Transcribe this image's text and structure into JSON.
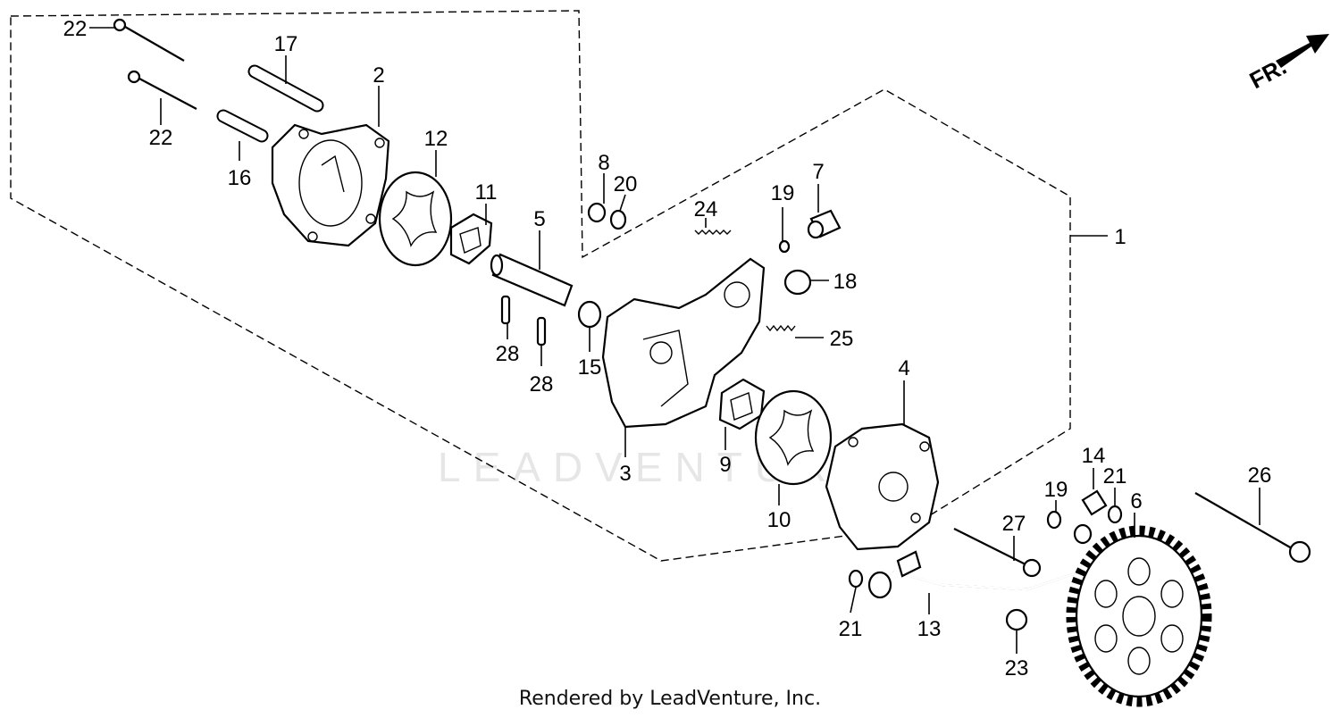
{
  "diagram": {
    "callouts": [
      "1",
      "2",
      "3",
      "4",
      "5",
      "6",
      "7",
      "8",
      "9",
      "10",
      "11",
      "12",
      "13",
      "14",
      "15",
      "16",
      "17",
      "18",
      "19",
      "19",
      "20",
      "21",
      "21",
      "22",
      "22",
      "23",
      "24",
      "25",
      "26",
      "27",
      "28",
      "28"
    ],
    "direction_label": "FR.",
    "watermark": "LEADVENTURE",
    "footer": "Rendered by LeadVenture, Inc."
  }
}
